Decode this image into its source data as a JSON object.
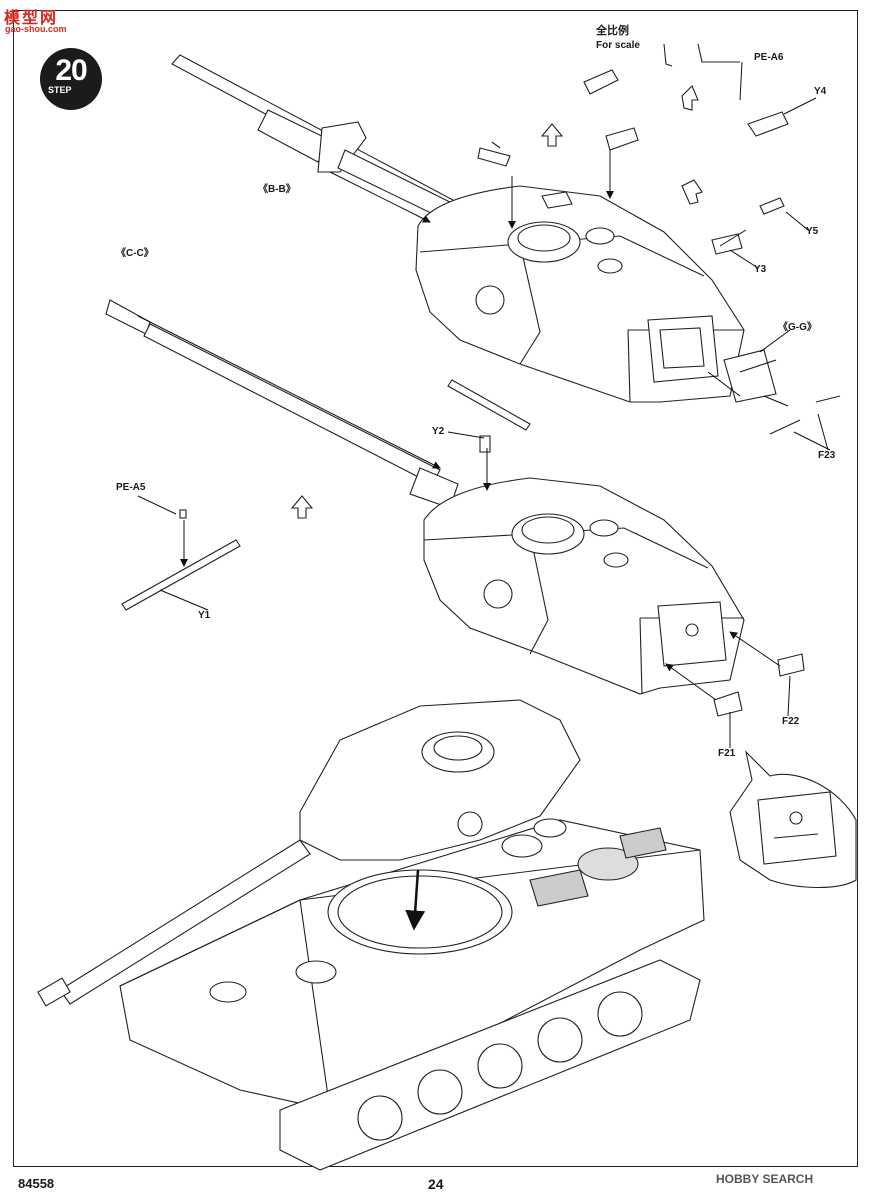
{
  "watermark": {
    "cn": "模型网",
    "en": "gao-shou.com"
  },
  "step": {
    "number": "20",
    "word": "STEP"
  },
  "scale_note": {
    "cn": "全比例",
    "en": "For scale"
  },
  "labels": {
    "b_b": "《B-B》",
    "c_c": "《C-C》",
    "g_g": "《G-G》",
    "pe_a6": "PE-A6",
    "pe_a5": "PE-A5",
    "y1": "Y1",
    "y2": "Y2",
    "y3": "Y3",
    "y4": "Y4",
    "y5": "Y5",
    "f21": "F21",
    "f22": "F22",
    "f23": "F23"
  },
  "footer": {
    "kit_number": "84558",
    "page_number": "24",
    "source": "HOBBY SEARCH"
  }
}
